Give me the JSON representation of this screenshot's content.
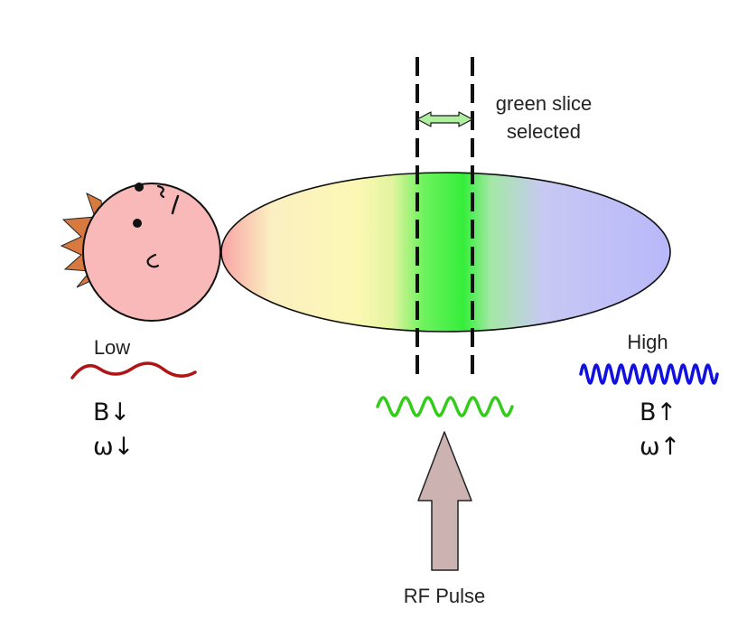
{
  "labels": {
    "slice_line1": "green slice",
    "slice_line2": "selected",
    "low": "Low",
    "high": "High",
    "b_low": "B↓",
    "w_low": "ω↓",
    "b_high": "B↑",
    "w_high": "ω↑",
    "rf_pulse": "RF Pulse"
  },
  "colors": {
    "low_wave": "#b01414",
    "rf_wave": "#33cc1a",
    "high_wave": "#1010e0",
    "head": "#f9b9b9",
    "hair": "#d87a40",
    "arrow_fill": "#cdb2b2",
    "slice_arrow": "#aef0a0"
  }
}
